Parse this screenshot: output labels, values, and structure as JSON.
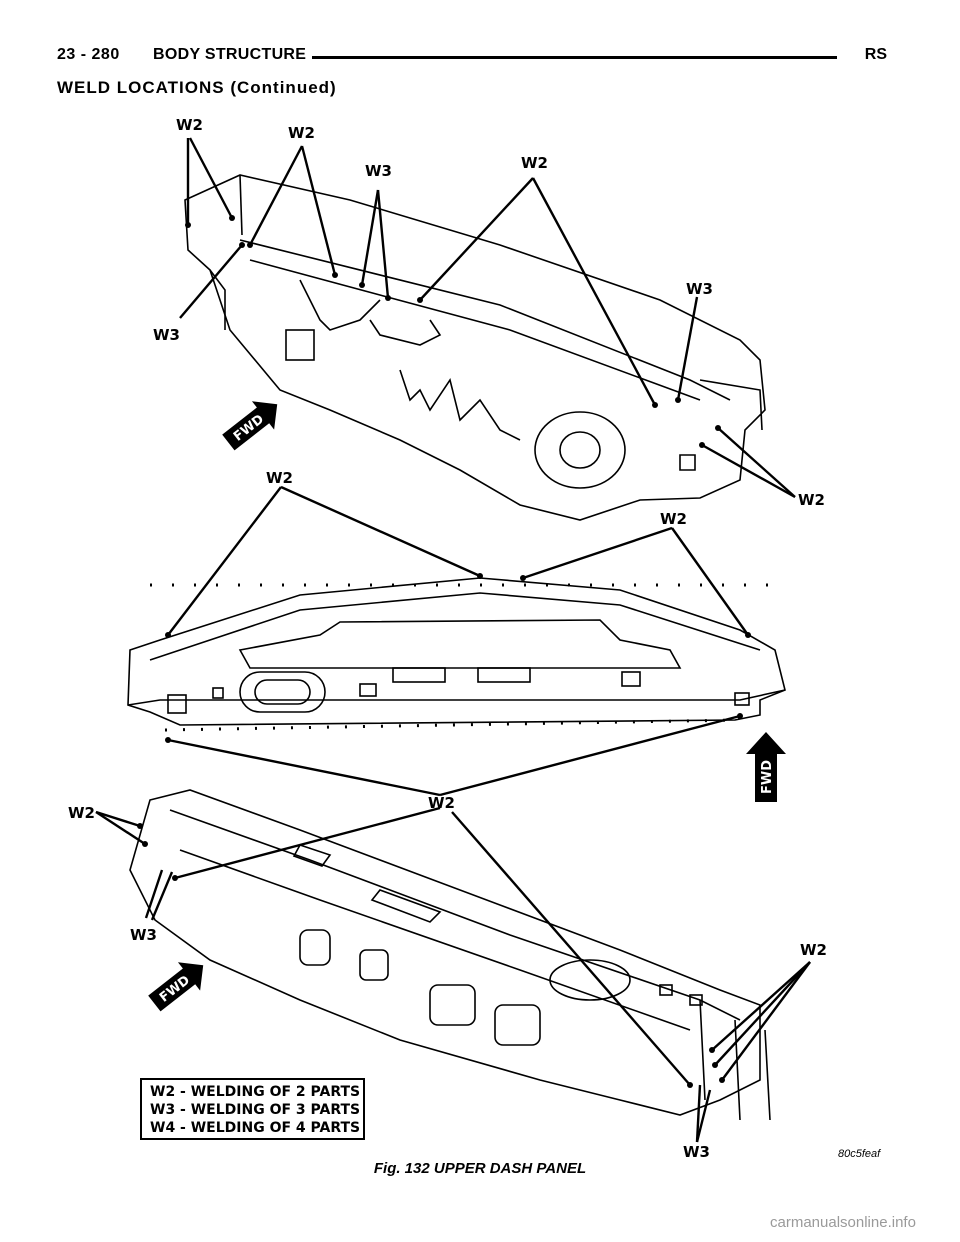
{
  "header": {
    "page_number": "23 - 280",
    "section_title": "BODY STRUCTURE",
    "model_code": "RS"
  },
  "subheader": "WELD LOCATIONS (Continued)",
  "figure": {
    "callouts": {
      "w2": "W2",
      "w3": "W3"
    },
    "fwd_label": "FWD",
    "legend": [
      "W2 - WELDING OF 2 PARTS",
      "W3 - WELDING OF 3 PARTS",
      "W4 - WELDING OF 4 PARTS"
    ],
    "caption": "Fig. 132 UPPER DASH PANEL",
    "image_code": "80c5feaf"
  },
  "watermark": "carmanualsonline.info"
}
